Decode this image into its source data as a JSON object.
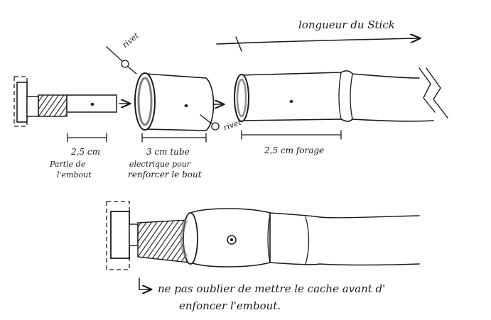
{
  "labels": {
    "length": "longueur du Stick",
    "rivet_top": "rivet",
    "rivet_bottom": "rivet",
    "dim_a_value": "2,5 cm",
    "dim_a_caption_1": "Partie de",
    "dim_a_caption_2": "l'embout",
    "dim_b_value": "3 cm tube",
    "dim_b_caption_1": "electrique pour",
    "dim_b_caption_2": "renforcer le bout",
    "dim_c_value": "2,5 cm forage",
    "note_1": "ne pas oublier de mettre le cache avant d'",
    "note_2": "enfoncer l'embout."
  },
  "colors": {
    "ink": "#1a1a1a",
    "paper": "#ffffff",
    "shade": "#7a7a7a"
  },
  "icons": {
    "pointer": "hook-arrow-icon"
  }
}
